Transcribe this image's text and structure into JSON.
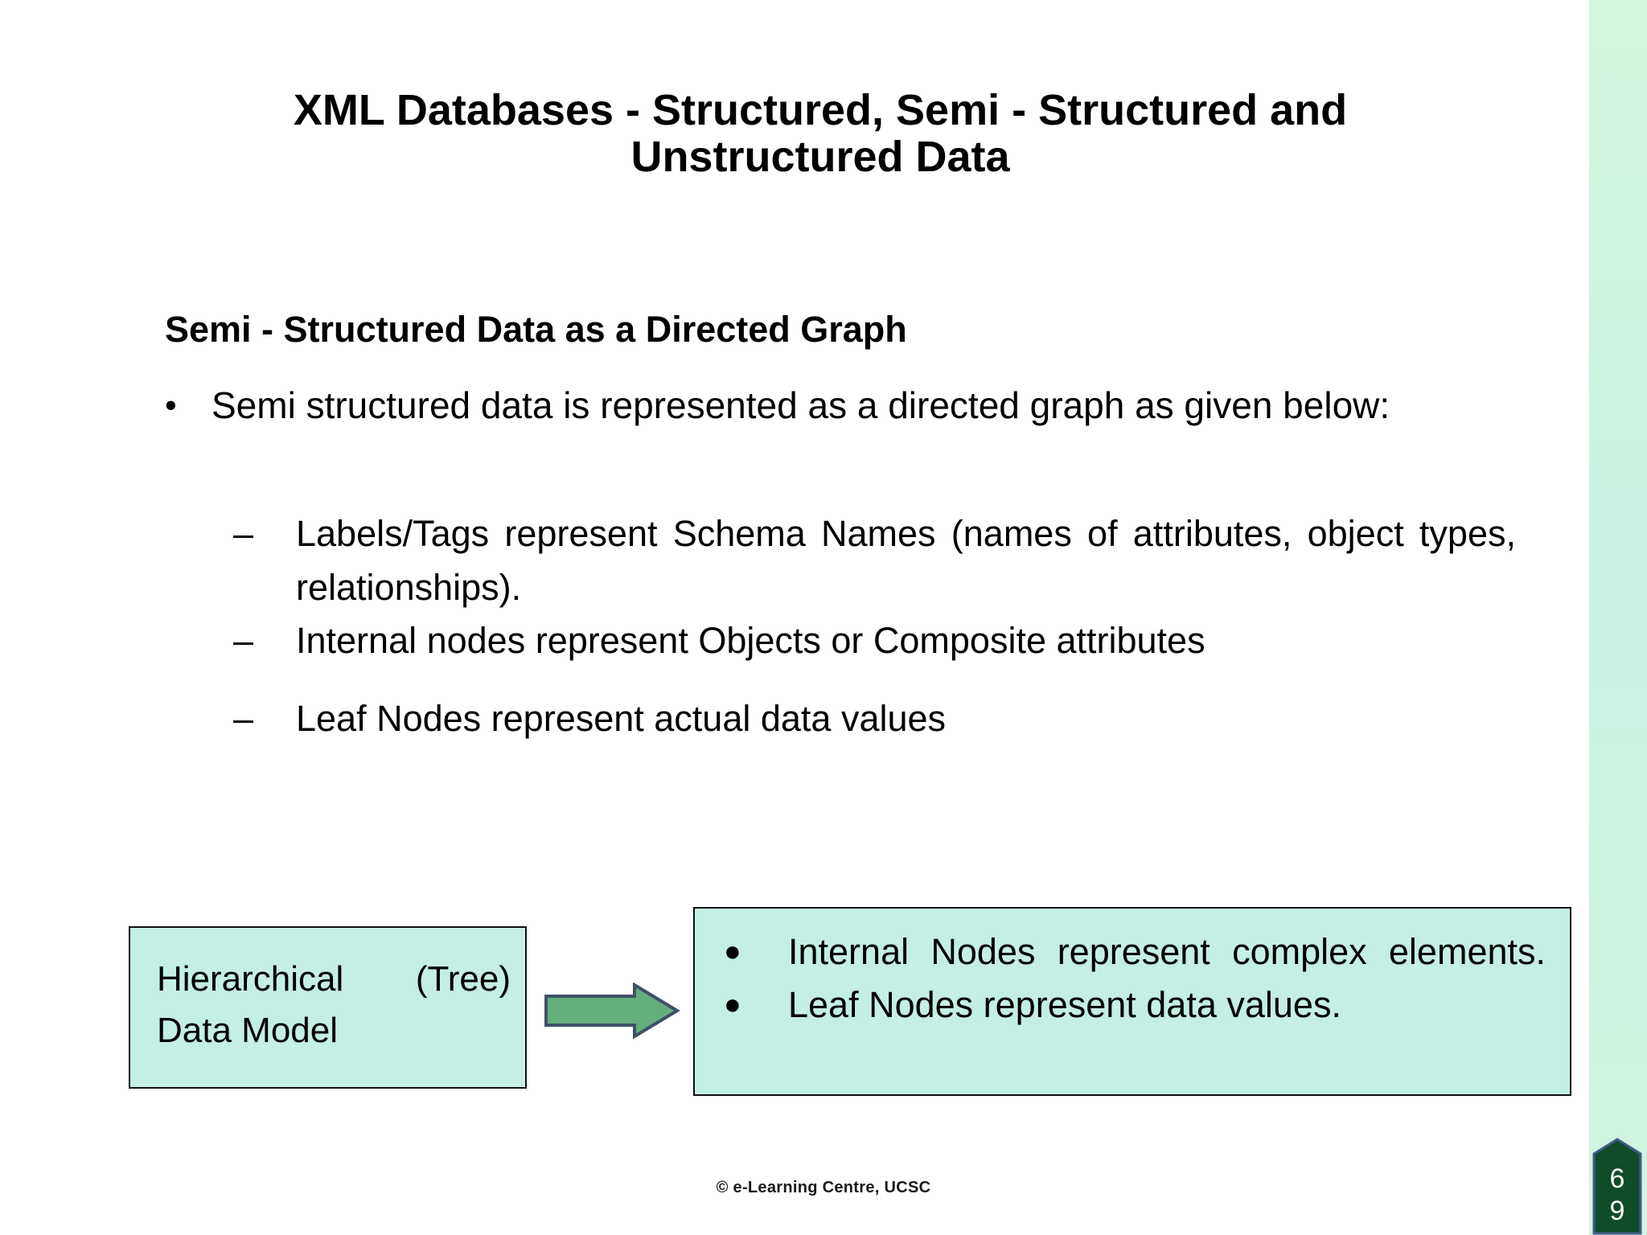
{
  "slide": {
    "title_line1": "XML Databases - Structured, Semi - Structured and",
    "title_line2": "Unstructured Data",
    "subheading": "Semi - Structured Data as a Directed Graph"
  },
  "bullets": {
    "level1": [
      {
        "marker": "•",
        "text": "Semi structured data is represented as a directed graph as given below:"
      }
    ],
    "level2": [
      {
        "marker": "–",
        "text": "Labels/Tags represent Schema Names (names of attributes, object types, relationships)."
      },
      {
        "marker": "–",
        "text": "Internal nodes represent Objects or Composite attributes"
      },
      {
        "marker": "–",
        "text": "Leaf Nodes represent actual data values"
      }
    ]
  },
  "diagram": {
    "left_box": {
      "text": "Hierarchical (Tree) Data Model"
    },
    "arrow": {
      "name": "right-arrow-icon",
      "fill": "#65ae7e",
      "stroke": "#3f5066"
    },
    "right_box": {
      "items": [
        {
          "marker": "●",
          "text": "Internal Nodes represent complex elements."
        },
        {
          "marker": "●",
          "text": "Leaf Nodes represent data values."
        }
      ]
    },
    "box_fill": "#c3efe4",
    "box_border": "#101010"
  },
  "footer": {
    "copyright": "© e-Learning Centre, UCSC"
  },
  "page_banner": {
    "digit_top": "6",
    "digit_bottom": "9",
    "fill": "#0f4c2a",
    "stroke": "#3f5d8a"
  },
  "decor": {
    "right_strip_color": "#cdf3de"
  }
}
